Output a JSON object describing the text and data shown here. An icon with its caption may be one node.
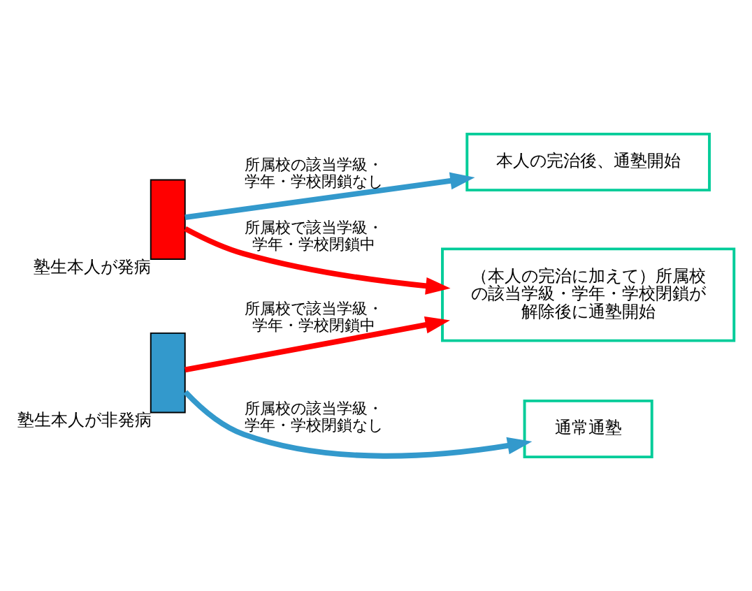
{
  "diagram": {
    "nodes": [
      {
        "text": [],
        "shape": "person",
        "beside": [
          "塾生本人が発病"
        ]
      },
      {
        "text": [],
        "shape": "person",
        "beside": [
          "塾生本人が非発病"
        ]
      },
      {
        "text": [
          "本人の完治後、通塾開始"
        ]
      },
      {
        "text": [
          "（本人の完治に加えて）所属校の該当学級・学年・学校閉鎖が解除後に通塾開始"
        ]
      },
      {
        "text": [
          "通常通塾"
        ]
      }
    ],
    "edges": [
      {
        "from": 0,
        "to": 2,
        "arrow": "to",
        "label": "所属校の該当学級・学年・学校閉鎖なし",
        "color": "#3399cc"
      },
      {
        "from": 0,
        "to": 3,
        "arrow": "to",
        "label": "所属校で該当学級・学年・学校閉鎖中",
        "color": "#ff0000"
      },
      {
        "from": 1,
        "to": 3,
        "arrow": "to",
        "label": "所属校で該当学級・学年・学校閉鎖中",
        "color": "#ff0000"
      },
      {
        "from": 1,
        "to": 4,
        "arrow": "to",
        "label": "所属校の該当学級・学年・学校閉鎖なし",
        "color": "#3399cc"
      }
    ]
  }
}
